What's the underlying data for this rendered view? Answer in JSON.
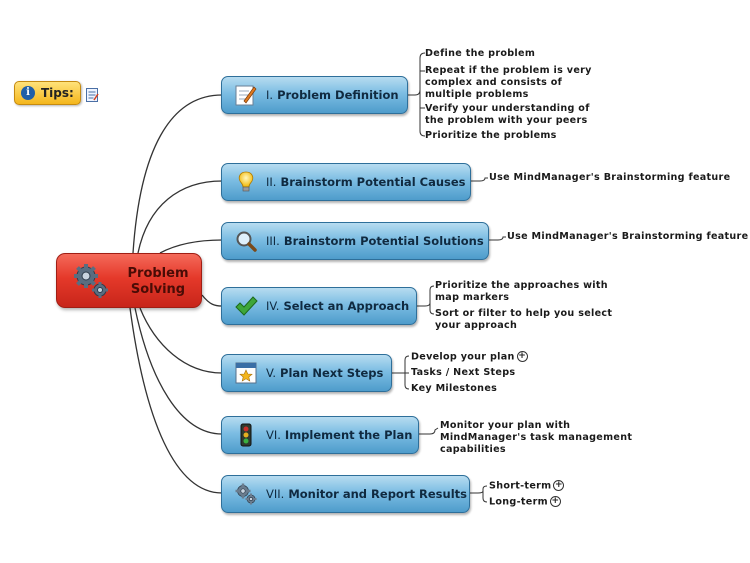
{
  "tips": {
    "label": "Tips:",
    "icon": "info-icon",
    "note_icon": "note-icon"
  },
  "central": {
    "title": "Problem\nSolving",
    "icon": "gears-icon",
    "color": "#e5392a"
  },
  "topics": [
    {
      "num": "I.",
      "label": "Problem Definition",
      "icon": "pencil-note-icon",
      "subs": [
        {
          "text": "Define the problem"
        },
        {
          "text": "Repeat if the problem is very complex and consists of multiple problems"
        },
        {
          "text": "Verify your understanding of the problem with your peers"
        },
        {
          "text": "Prioritize the problems"
        }
      ]
    },
    {
      "num": "II.",
      "label": "Brainstorm Potential Causes",
      "icon": "lightbulb-icon",
      "subs": [
        {
          "text": "Use MindManager's Brainstorming feature"
        }
      ]
    },
    {
      "num": "III.",
      "label": "Brainstorm Potential Solutions",
      "icon": "magnifier-icon",
      "subs": [
        {
          "text": "Use MindManager's Brainstorming feature"
        }
      ]
    },
    {
      "num": "IV.",
      "label": "Select an Approach",
      "icon": "checkmark-icon",
      "subs": [
        {
          "text": "Prioritize the approaches with map markers"
        },
        {
          "text": "Sort or filter to help you select your approach"
        }
      ]
    },
    {
      "num": "V.",
      "label": "Plan Next Steps",
      "icon": "star-window-icon",
      "subs": [
        {
          "text": "Develop your plan",
          "expand": true
        },
        {
          "text": "Tasks / Next Steps"
        },
        {
          "text": "Key Milestones"
        }
      ]
    },
    {
      "num": "VI.",
      "label": "Implement the Plan",
      "icon": "traffic-light-icon",
      "subs": [
        {
          "text": "Monitor your plan with MindManager's task management capabilities"
        }
      ]
    },
    {
      "num": "VII.",
      "label": "Monitor and Report Results",
      "icon": "gears-icon",
      "subs": [
        {
          "text": "Short-term",
          "expand": true
        },
        {
          "text": "Long-term",
          "expand": true
        }
      ]
    }
  ],
  "expand_symbol": "+"
}
